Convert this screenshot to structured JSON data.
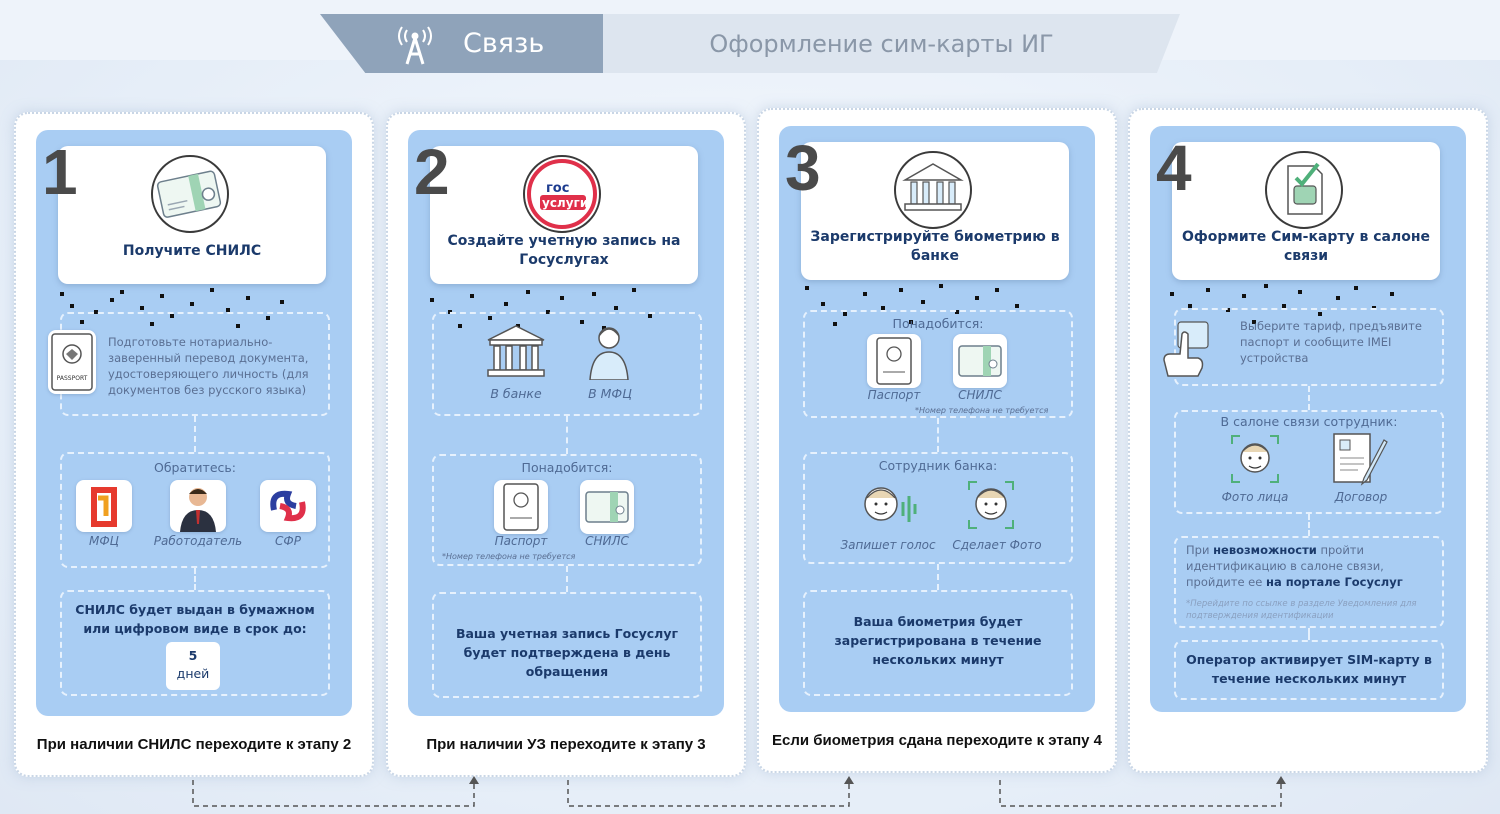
{
  "header": {
    "title": "Связь",
    "subtitle": "Оформление сим-карты ИГ",
    "icon": "antenna-icon"
  },
  "stages": [
    {
      "number": "1",
      "title": "Получите СНИЛС",
      "prep_text": "Подготовьте нотариально-заверенный перевод документа, удостоверяющего личность",
      "prep_note": "(для документов без русского языка)",
      "contact_label": "Обратитесь:",
      "contacts": [
        "МФЦ",
        "Работодатель",
        "СФР"
      ],
      "result_text": "СНИЛС будет выдан в бумажном или цифровом виде в срок до:",
      "days_number": "5",
      "days_label": "дней",
      "bottom": "При наличии СНИЛС переходите к этапу 2"
    },
    {
      "number": "2",
      "title": "Создайте учетную запись на Госуслугах",
      "gos_logo_top": "гос",
      "gos_logo_bottom": "услуги",
      "places": [
        "В банке",
        "В МФЦ"
      ],
      "need_label": "Понадобится:",
      "docs": [
        "Паспорт",
        "СНИЛС"
      ],
      "note": "*Номер телефона не требуется",
      "result_text": "Ваша учетная запись Госуслуг будет подтверждена в день обращения",
      "bottom": "При наличии УЗ переходите к этапу 3"
    },
    {
      "number": "3",
      "title": "Зарегистрируйте биометрию в банке",
      "need_label": "Понадобится:",
      "docs": [
        "Паспорт",
        "СНИЛС"
      ],
      "note": "*Номер телефона не требуется",
      "staff_label": "Сотрудник банка:",
      "actions": [
        "Запишет голос",
        "Сделает Фото"
      ],
      "result_text": "Ваша биометрия будет зарегистрирована в течение нескольких минут",
      "bottom": "Если биометрия сдана переходите к этапу 4"
    },
    {
      "number": "4",
      "title": "Оформите Сим-карту в салоне связи",
      "choose_text": "Выберите тариф, предъявите паспорт и сообщите IMEI устройства",
      "staff_label": "В салоне связи сотрудник:",
      "actions": [
        "Фото лица",
        "Договор"
      ],
      "fallback_pre": "При ",
      "fallback_bold1": "невозможности",
      "fallback_mid": " пройти идентификацию в салоне связи, пройдите ее ",
      "fallback_bold2": "на портале Госуслуг",
      "fallback_note": "*Перейдите по ссылке в разделе Уведомления для подтверждения идентификации",
      "result_text": "Оператор активирует SIM-карту в течение нескольких минут"
    }
  ],
  "passport_label": "PASSPORT"
}
